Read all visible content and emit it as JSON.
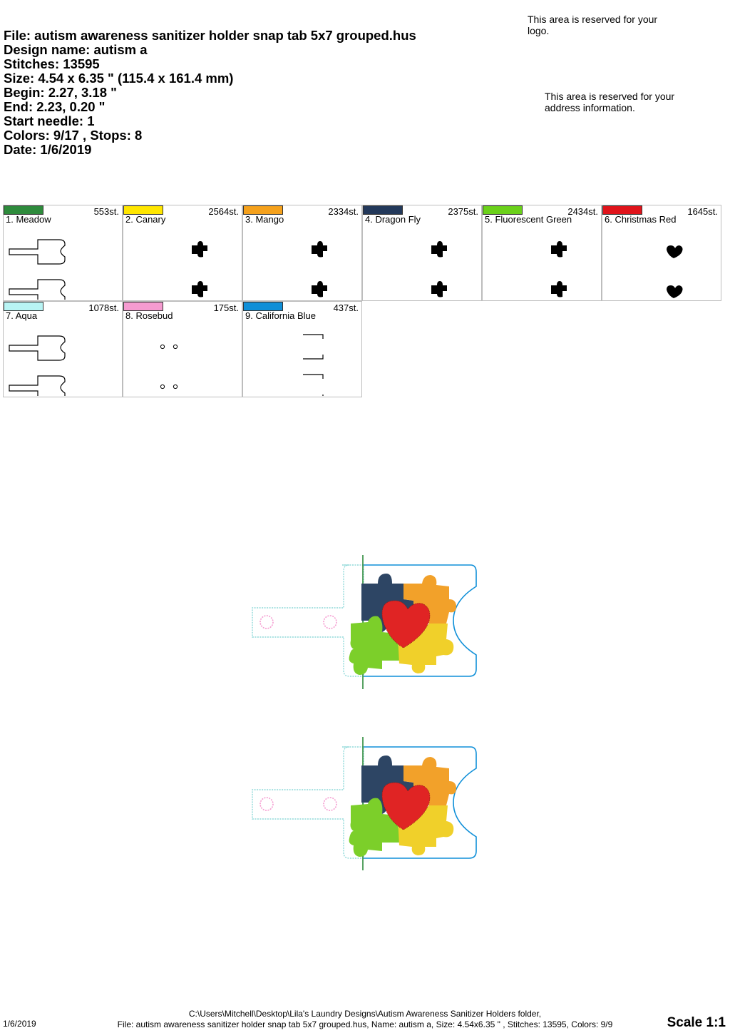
{
  "header": {
    "file": "File: autism awareness sanitizer holder snap tab 5x7 grouped.hus",
    "design_name": "Design name: autism a",
    "stitches": "Stitches: 13595",
    "size": "Size: 4.54 x 6.35 \" (115.4 x 161.4 mm)",
    "begin": "Begin: 2.27, 3.18 \"",
    "end": "End: 2.23, 0.20 \"",
    "start_needle": "Start needle: 1",
    "colors": "Colors: 9/17 , Stops: 8",
    "date": "Date: 1/6/2019"
  },
  "reserved": {
    "logo": "This area is reserved for your logo.",
    "address": "This area is reserved for your address information."
  },
  "swatches": [
    {
      "name": "1. Meadow",
      "stitches": "553st.",
      "color": "#2e8b3c",
      "icon": "tab-outline-icon"
    },
    {
      "name": "2. Canary",
      "stitches": "2564st.",
      "color": "#ffe600",
      "icon": "puzzle-piece-icon"
    },
    {
      "name": "3. Mango",
      "stitches": "2334st.",
      "color": "#f5a11c",
      "icon": "puzzle-piece-icon"
    },
    {
      "name": "4. Dragon Fly",
      "stitches": "2375st.",
      "color": "#23395b",
      "icon": "puzzle-piece-icon"
    },
    {
      "name": "5. Fluorescent Green",
      "stitches": "2434st.",
      "color": "#6bd11a",
      "icon": "puzzle-piece-icon"
    },
    {
      "name": "6. Christmas Red",
      "stitches": "1645st.",
      "color": "#e0141b",
      "icon": "heart-icon"
    },
    {
      "name": "7. Aqua",
      "stitches": "1078st.",
      "color": "#b8f4f4",
      "icon": "tab-outline-icon"
    },
    {
      "name": "8. Rosebud",
      "stitches": "175st.",
      "color": "#f59bd0",
      "icon": "snap-circle-icon"
    },
    {
      "name": "9. California Blue",
      "stitches": "437st.",
      "color": "#0f8fd8",
      "icon": "bracket-outline-icon"
    }
  ],
  "footer": {
    "date": "1/6/2019",
    "path": "C:\\Users\\Mitchell\\Desktop\\Lila's Laundry Designs\\Autism Awareness Sanitizer Holders folder,",
    "summary": "File: autism awareness sanitizer holder snap tab 5x7 grouped.hus, Name: autism a, Size: 4.54x6.35 \" , Stitches: 13595, Colors: 9/9",
    "scale": "Scale 1:1"
  }
}
